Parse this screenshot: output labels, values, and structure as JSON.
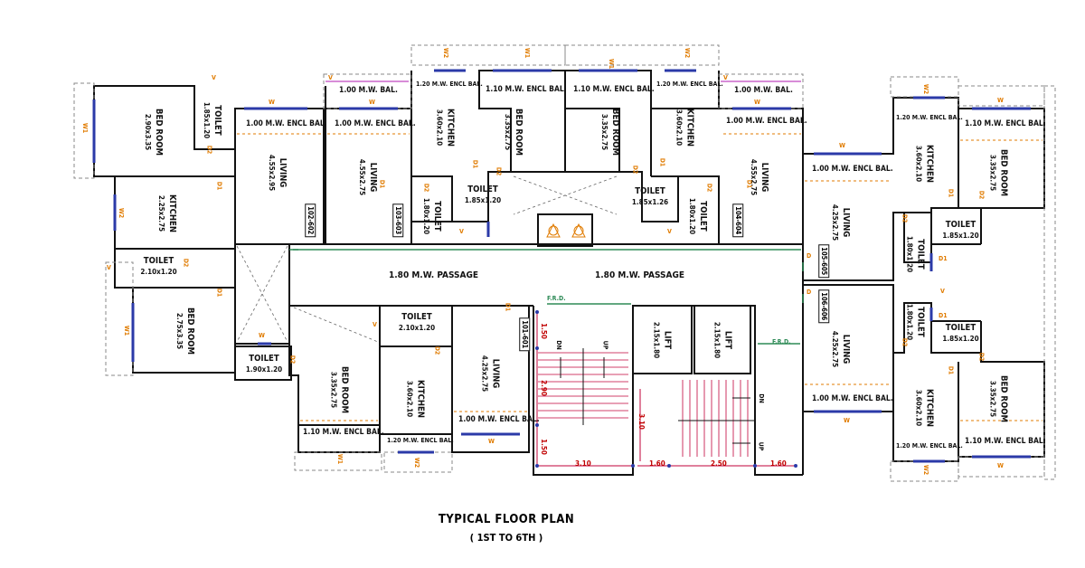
{
  "title": {
    "main": "TYPICAL FLOOR PLAN",
    "sub": "( 1ST TO 6TH )"
  },
  "passages": [
    "1.80 M.W. PASSAGE",
    "1.80 M.W. PASSAGE"
  ],
  "balconies": {
    "b1": "1.00 M.W. ENCL BAL.",
    "b2": "1.00 M.W. ENCL BAL.",
    "b3": "1.00 M.W. BAL.",
    "b4": "1.20 M.W. ENCL BAL.",
    "b5": "1.10 M.W. ENCL BAL.",
    "b6": "1.10 M.W. ENCL BAL.",
    "b7": "1.20 M.W. ENCL BAL.",
    "b8": "1.00 M.W. BAL.",
    "b9": "1.00 M.W. ENCL BAL.",
    "b10": "1.00 M.W. ENCL BAL.",
    "b11": "1.20 M.W. ENCL BAL.",
    "b12": "1.10 M.W. ENCL BAL.",
    "b13": "1.10 M.W. ENCL BAL.",
    "b14": "1.20 M.W. ENCL BAL.",
    "b15": "1.00 M.W. ENCL BAL.",
    "b16": "1.00 M.W. ENCL BAL.",
    "b17": "1.20 M.W. ENCL BAL.",
    "b18": "1.10 M.W. ENCL BAL."
  },
  "rooms": {
    "r1": {
      "name": "BED ROOM",
      "dim": "2.90x3.35"
    },
    "r2": {
      "name": "TOILET",
      "dim": "1.85x1.20"
    },
    "r3": {
      "name": "LIVING",
      "dim": "4.55x2.95"
    },
    "r4": {
      "name": "KITCHEN",
      "dim": "2.25x2.75"
    },
    "r5": {
      "name": "TOILET",
      "dim": "2.10x1.20"
    },
    "r6": {
      "name": "BED ROOM",
      "dim": "2.75x3.35"
    },
    "r7": {
      "name": "LIVING",
      "dim": "4.55x2.75"
    },
    "r8": {
      "name": "KITCHEN",
      "dim": "3.60x2.10"
    },
    "r9": {
      "name": "TOILET",
      "dim": "1.80x1.20"
    },
    "r10": {
      "name": "BED ROOM",
      "dim": "3.35x2.75"
    },
    "r11": {
      "name": "TOILET",
      "dim": "1.85x1.20"
    },
    "r12": {
      "name": "BED ROOM",
      "dim": "3.35x2.75"
    },
    "r13": {
      "name": "TOILET",
      "dim": "1.85x1.26"
    },
    "r14": {
      "name": "KITCHEN",
      "dim": "3.60x2.10"
    },
    "r15": {
      "name": "TOILET",
      "dim": "1.80x1.20"
    },
    "r16": {
      "name": "LIVING",
      "dim": "4.55x2.75"
    },
    "r17": {
      "name": "LIVING",
      "dim": "4.25x2.75"
    },
    "r18": {
      "name": "KITCHEN",
      "dim": "3.60x2.10"
    },
    "r19": {
      "name": "BED ROOM",
      "dim": "3.35x2.75"
    },
    "r20": {
      "name": "TOILET",
      "dim": "1.80x1.20"
    },
    "r21": {
      "name": "TOILET",
      "dim": "1.85x1.20"
    },
    "r22": {
      "name": "TOILET",
      "dim": "1.80x1.20"
    },
    "r23": {
      "name": "TOILET",
      "dim": "1.85x1.20"
    },
    "r24": {
      "name": "LIVING",
      "dim": "4.25x2.75"
    },
    "r25": {
      "name": "KITCHEN",
      "dim": "3.60x2.10"
    },
    "r26": {
      "name": "BED ROOM",
      "dim": "3.35x2.75"
    },
    "r27": {
      "name": "TOILET",
      "dim": "2.10x1.20"
    },
    "r28": {
      "name": "TOILET",
      "dim": "1.90x1.20"
    },
    "r29": {
      "name": "BED ROOM",
      "dim": "3.35x2.75"
    },
    "r30": {
      "name": "KITCHEN",
      "dim": "3.60x2.10"
    },
    "r31": {
      "name": "LIVING",
      "dim": "4.25x2.75"
    },
    "r32": {
      "name": "LIFT",
      "dim": "2.15x1.80"
    },
    "r33": {
      "name": "LIFT",
      "dim": "2.15x1.80"
    }
  },
  "flats": [
    "102-602",
    "103-603",
    "104-604",
    "105-605",
    "106-606",
    "101-601"
  ],
  "stairs": {
    "dn": "DN",
    "up": "UP",
    "frd": "F.R.D."
  },
  "dims": [
    "1.50",
    "2.90",
    "1.50",
    "3.10",
    "1.60",
    "2.50",
    "1.60",
    "3.10"
  ],
  "tags": {
    "w1": "W1",
    "w2": "W2",
    "w": "W",
    "v": "V",
    "d1": "D1",
    "d2": "D2",
    "d": "D"
  },
  "colors": {
    "wall": "#111111",
    "window": "#2b3aa8",
    "dim_line": "#c0003a",
    "tag": "#e07b00",
    "fire": "#2e8b57",
    "door_line": "#cc66cc"
  }
}
